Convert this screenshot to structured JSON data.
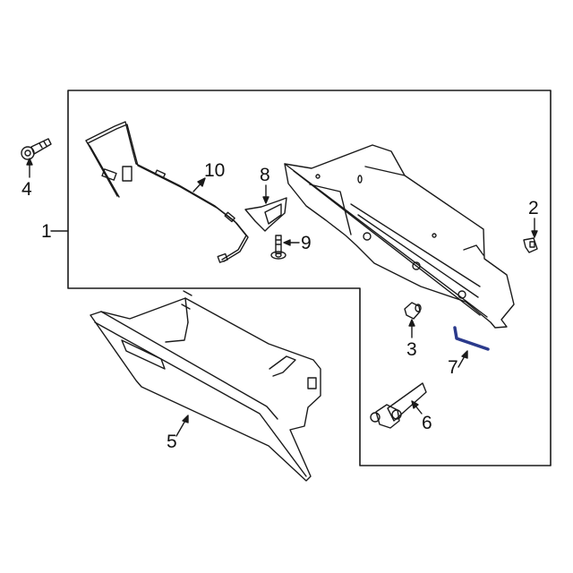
{
  "diagram": {
    "title": "Glove box assembly exploded parts diagram",
    "colors": {
      "line": "#1a1a1a",
      "highlight_part": "#2b3a8c",
      "background": "#ffffff"
    },
    "callouts": [
      {
        "number": "1",
        "part": "glove-box-assembly-frame"
      },
      {
        "number": "2",
        "part": "clip"
      },
      {
        "number": "3",
        "part": "bumper-stop"
      },
      {
        "number": "4",
        "part": "bolt"
      },
      {
        "number": "5",
        "part": "glove-box-door"
      },
      {
        "number": "6",
        "part": "damper-strut"
      },
      {
        "number": "7",
        "part": "rod-highlighted"
      },
      {
        "number": "8",
        "part": "latch-striker"
      },
      {
        "number": "9",
        "part": "screw"
      },
      {
        "number": "10",
        "part": "wiring-harness"
      }
    ]
  }
}
